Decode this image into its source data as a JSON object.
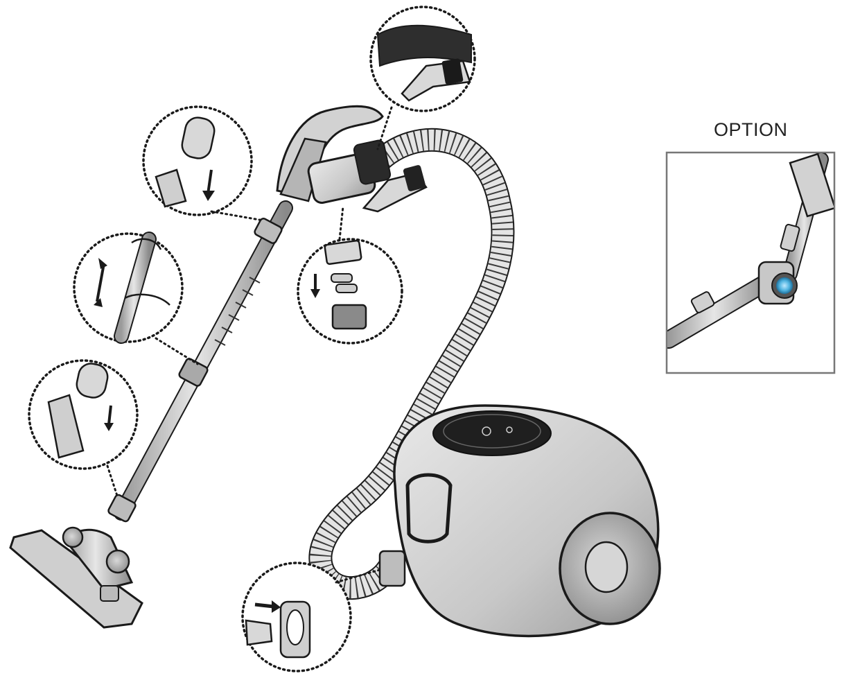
{
  "diagram": {
    "option_label": "OPTION",
    "illustration": "vacuum-cleaner-assembly",
    "callouts": [
      "handle-to-pipe-connection",
      "accessory-tool-clip",
      "telescopic-pipe-adjustment",
      "battery-insertion",
      "pipe-to-brush-connection",
      "hose-to-body-connection"
    ],
    "colors": {
      "line": "#1a1a1a",
      "body_grey": "#c9c9c9",
      "dark_band": "#2a2a2a",
      "option_led": "#4fb3e0"
    }
  }
}
